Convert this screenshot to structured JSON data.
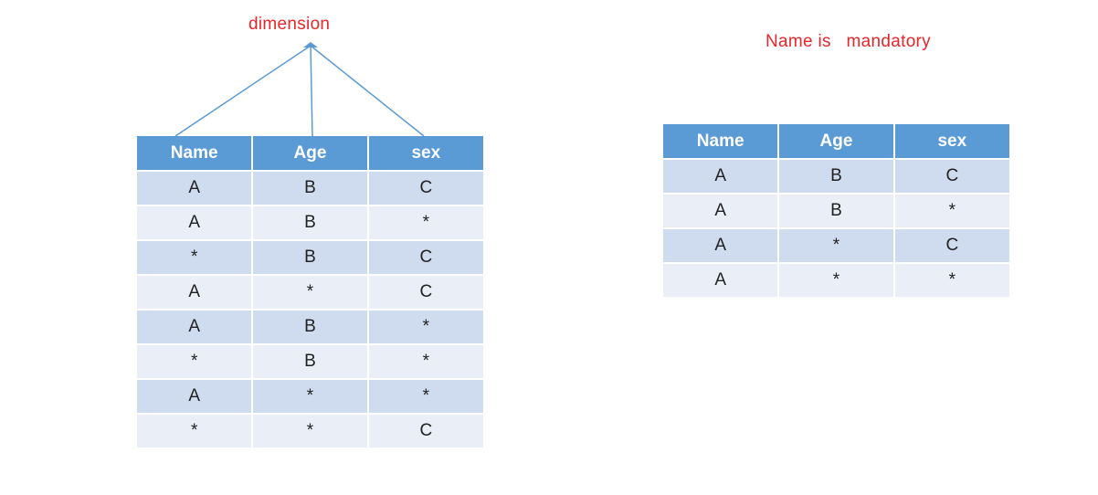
{
  "labels": {
    "dimension": "dimension",
    "mandatory": "Name is   mandatory"
  },
  "colors": {
    "header": "#5b9bd5",
    "row_odd": "#cfdbee",
    "row_even": "#e9eef7",
    "annotation": "#e8262a",
    "connector": "#5b9bd5"
  },
  "left_table": {
    "headers": [
      "Name",
      "Age",
      "sex"
    ],
    "rows": [
      [
        "A",
        "B",
        "C"
      ],
      [
        "A",
        "B",
        "*"
      ],
      [
        "*",
        "B",
        "C"
      ],
      [
        "A",
        "*",
        "C"
      ],
      [
        "A",
        "B",
        "*"
      ],
      [
        "*",
        "B",
        "*"
      ],
      [
        "A",
        "*",
        "*"
      ],
      [
        "*",
        "*",
        "C"
      ]
    ]
  },
  "right_table": {
    "headers": [
      "Name",
      "Age",
      "sex"
    ],
    "rows": [
      [
        "A",
        "B",
        "C"
      ],
      [
        "A",
        "B",
        "*"
      ],
      [
        "A",
        "*",
        "C"
      ],
      [
        "A",
        "*",
        "*"
      ]
    ]
  }
}
